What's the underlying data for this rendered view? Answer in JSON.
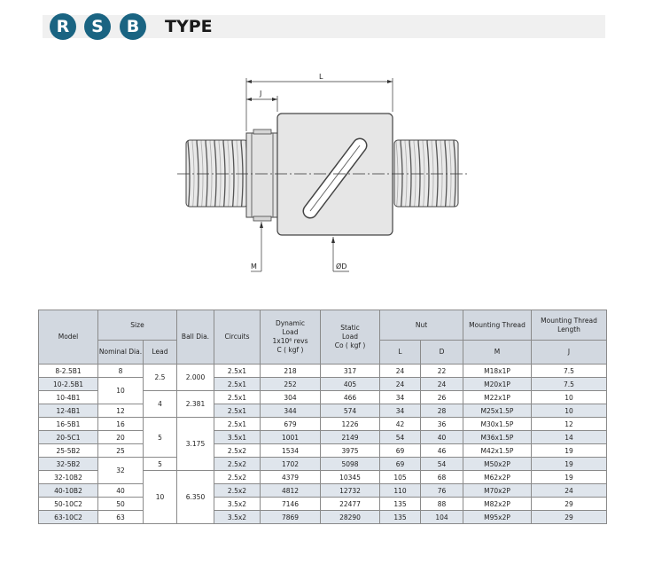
{
  "header": {
    "badges": [
      "R",
      "S",
      "B"
    ],
    "title": "TYPE"
  },
  "drawing": {
    "labels": {
      "L": "L",
      "J": "J",
      "M": "M",
      "D": "ØD"
    }
  },
  "table": {
    "headers": {
      "model": "Model",
      "size": "Size",
      "nominal_dia": "Nominal Dia.",
      "lead": "Lead",
      "ball_dia": "Ball Dia.",
      "circuits": "Circuits",
      "dynamic_load": [
        "Dynamic",
        "Load",
        "1x10⁶ revs",
        "C ( kgf )"
      ],
      "static_load": [
        "Static",
        "Load",
        "Co ( kgf )"
      ],
      "nut": "Nut",
      "nut_L": "L",
      "nut_D": "D",
      "mounting_thread": "Mounting Thread",
      "mounting_thread_sub": "M",
      "mounting_thread_length": "Mounting Thread Length",
      "mounting_thread_length_sub": "J"
    },
    "rows": [
      {
        "model": "8-2.5B1",
        "circuits": "2.5x1",
        "dynamic": "218",
        "static": "317",
        "L": "24",
        "D": "22",
        "M": "M18x1P",
        "J": "7.5"
      },
      {
        "model": "10-2.5B1",
        "circuits": "2.5x1",
        "dynamic": "252",
        "static": "405",
        "L": "24",
        "D": "24",
        "M": "M20x1P",
        "J": "7.5"
      },
      {
        "model": "10-4B1",
        "circuits": "2.5x1",
        "dynamic": "304",
        "static": "466",
        "L": "34",
        "D": "26",
        "M": "M22x1P",
        "J": "10"
      },
      {
        "model": "12-4B1",
        "circuits": "2.5x1",
        "dynamic": "344",
        "static": "574",
        "L": "34",
        "D": "28",
        "M": "M25x1.5P",
        "J": "10"
      },
      {
        "model": "16-5B1",
        "circuits": "2.5x1",
        "dynamic": "679",
        "static": "1226",
        "L": "42",
        "D": "36",
        "M": "M30x1.5P",
        "J": "12"
      },
      {
        "model": "20-5C1",
        "circuits": "3.5x1",
        "dynamic": "1001",
        "static": "2149",
        "L": "54",
        "D": "40",
        "M": "M36x1.5P",
        "J": "14"
      },
      {
        "model": "25-5B2",
        "circuits": "2.5x2",
        "dynamic": "1534",
        "static": "3975",
        "L": "69",
        "D": "46",
        "M": "M42x1.5P",
        "J": "19"
      },
      {
        "model": "32-5B2",
        "circuits": "2.5x2",
        "dynamic": "1702",
        "static": "5098",
        "L": "69",
        "D": "54",
        "M": "M50x2P",
        "J": "19"
      },
      {
        "model": "32-10B2",
        "circuits": "2.5x2",
        "dynamic": "4379",
        "static": "10345",
        "L": "105",
        "D": "68",
        "M": "M62x2P",
        "J": "19"
      },
      {
        "model": "40-10B2",
        "circuits": "2.5x2",
        "dynamic": "4812",
        "static": "12732",
        "L": "110",
        "D": "76",
        "M": "M70x2P",
        "J": "24"
      },
      {
        "model": "50-10C2",
        "circuits": "3.5x2",
        "dynamic": "7146",
        "static": "22477",
        "L": "135",
        "D": "88",
        "M": "M82x2P",
        "J": "29"
      },
      {
        "model": "63-10C2",
        "circuits": "3.5x2",
        "dynamic": "7869",
        "static": "28290",
        "L": "135",
        "D": "104",
        "M": "M95x2P",
        "J": "29"
      }
    ],
    "nominal_groups": [
      {
        "value": "8",
        "rows": 1
      },
      {
        "value": "10",
        "rows": 2
      },
      {
        "value": "12",
        "rows": 1
      },
      {
        "value": "16",
        "rows": 1
      },
      {
        "value": "20",
        "rows": 1
      },
      {
        "value": "25",
        "rows": 1
      },
      {
        "value": "32",
        "rows": 2
      },
      {
        "value": "40",
        "rows": 1
      },
      {
        "value": "50",
        "rows": 1
      },
      {
        "value": "63",
        "rows": 1
      }
    ],
    "lead_groups": [
      {
        "value": "2.5",
        "rows": 2
      },
      {
        "value": "4",
        "rows": 2
      },
      {
        "value": "5",
        "rows": 3
      },
      {
        "value": "5",
        "rows": 1
      },
      {
        "value": "10",
        "rows": 4
      }
    ],
    "ball_groups": [
      {
        "value": "2.000",
        "rows": 2
      },
      {
        "value": "2.381",
        "rows": 2
      },
      {
        "value": "3.175",
        "rows": 4
      },
      {
        "value": "6.350",
        "rows": 4
      }
    ]
  }
}
